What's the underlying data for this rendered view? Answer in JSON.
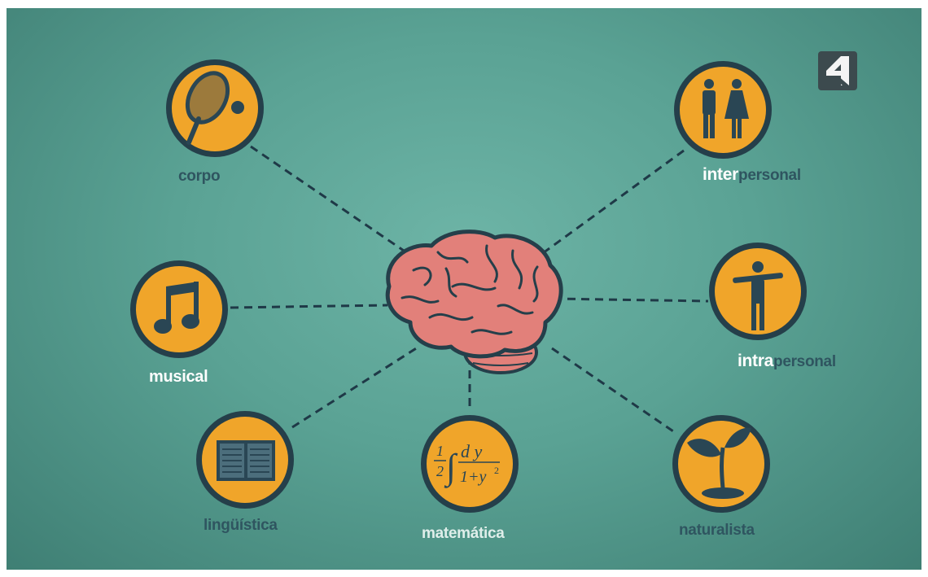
{
  "nodes": {
    "corpo": {
      "label": "corpo",
      "icon": "tennis-racket-ball-icon"
    },
    "interpersonal": {
      "label_strong": "inter",
      "label_rest": "personal",
      "icon": "man-woman-icon"
    },
    "musical": {
      "label": "musical",
      "icon": "music-note-icon"
    },
    "intrapersonal": {
      "label_strong": "intra",
      "label_rest": "personal",
      "icon": "person-arms-out-icon"
    },
    "linguistica": {
      "label": "lingüística",
      "icon": "open-book-icon"
    },
    "matematica": {
      "label": "matemática",
      "icon": "integral-formula-icon",
      "formula": {
        "half_num": "1",
        "half_den": "2",
        "num": "d y",
        "den": "1+y",
        "exp": "2"
      }
    },
    "naturalista": {
      "label": "naturalista",
      "icon": "sprout-icon"
    }
  },
  "center": {
    "icon": "brain-icon"
  },
  "channel_logo": {
    "icon": "channel-4-logo-icon"
  },
  "colors": {
    "background": "#5aa294",
    "circle_fill": "#f0a52a",
    "circle_ring": "#253f4a",
    "brain": "#e2807a",
    "icon_dark": "#2a4654"
  }
}
